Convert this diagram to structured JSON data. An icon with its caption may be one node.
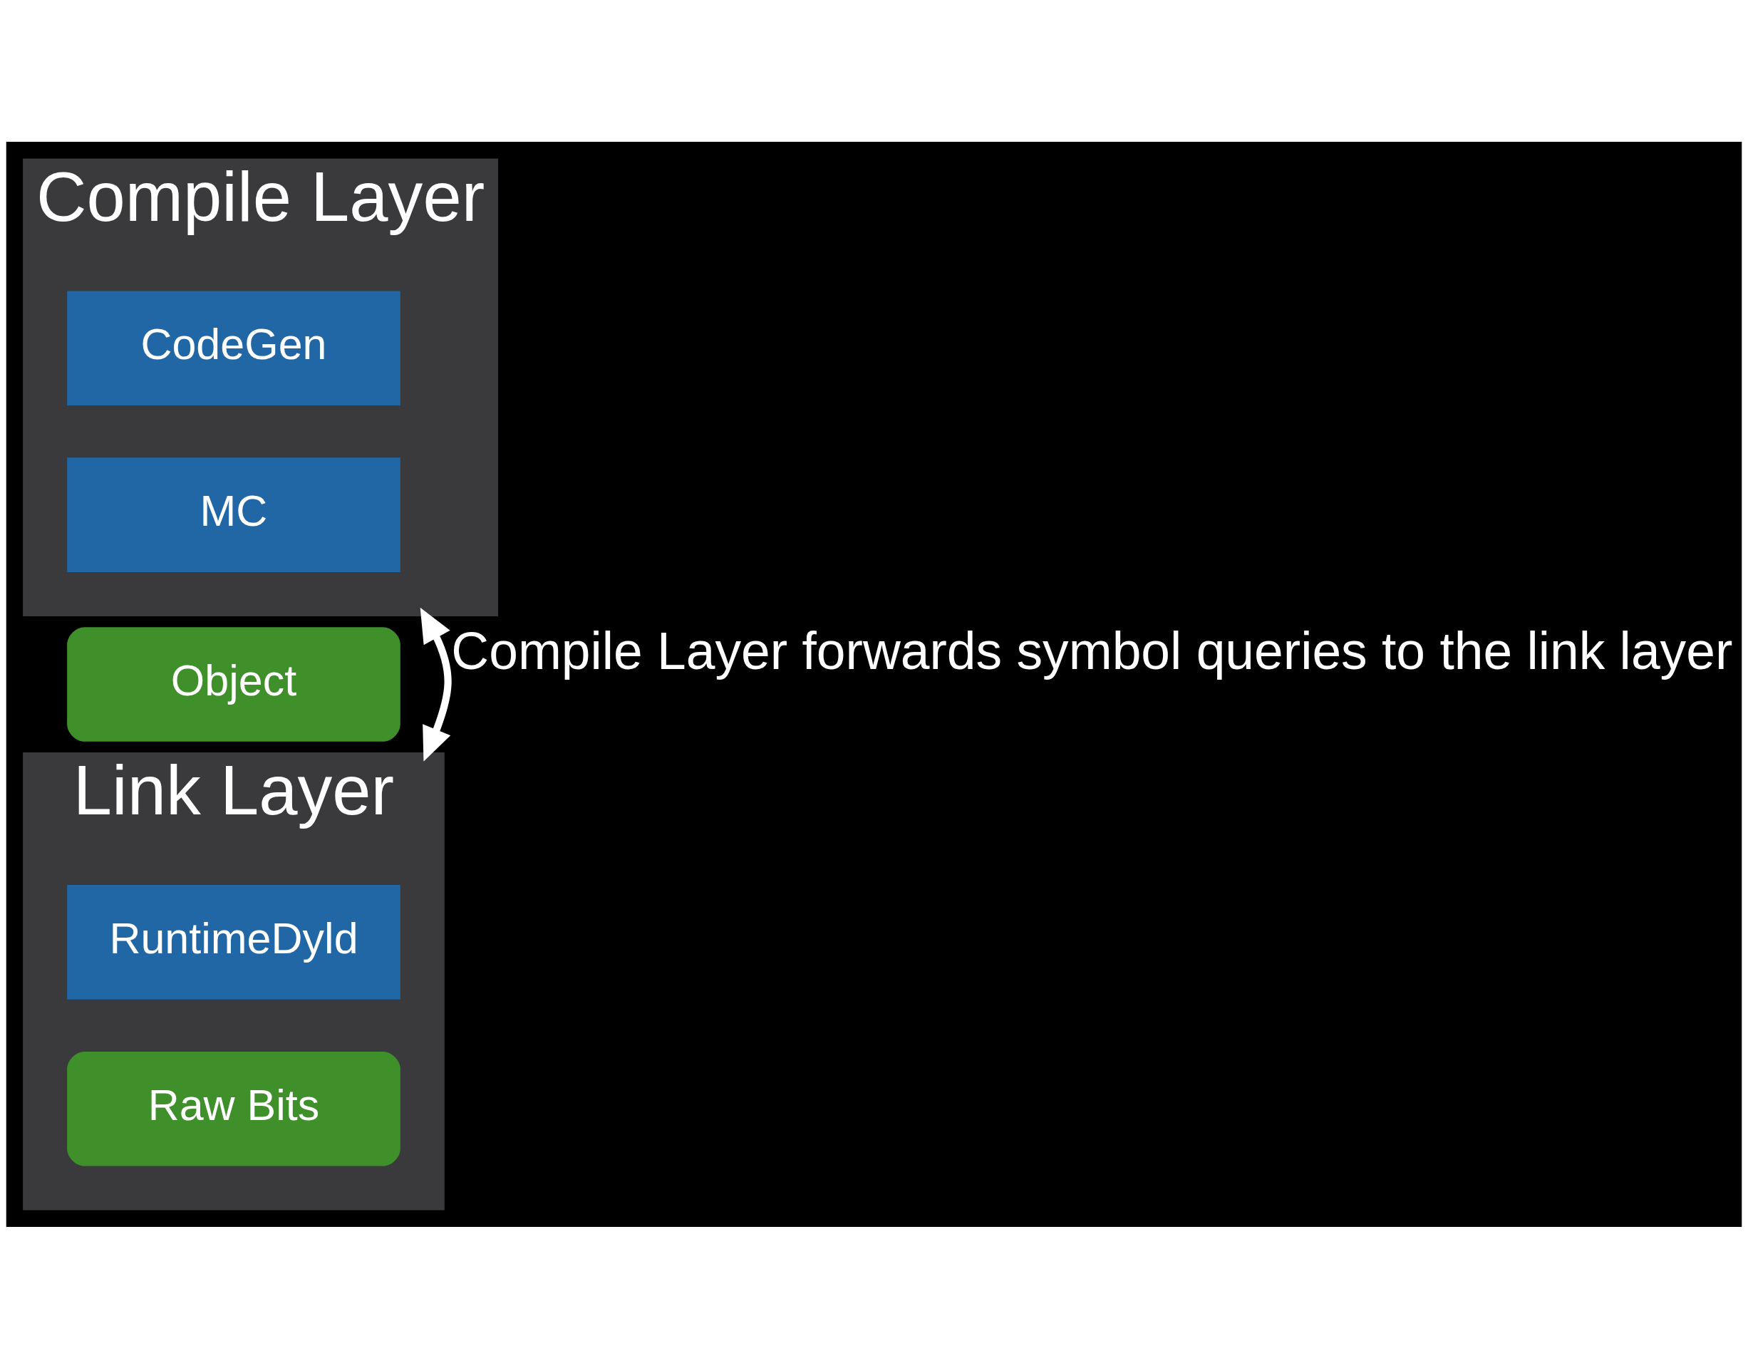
{
  "diagram": {
    "nodes": [
      {
        "text": [
          "Compile Layer"
        ]
      },
      {
        "text": [
          "CodeGen"
        ],
        "in": 0
      },
      {
        "text": [
          "MC"
        ],
        "in": 0
      },
      {
        "text": [
          "Object"
        ]
      },
      {
        "text": [
          "Link Layer"
        ]
      },
      {
        "text": [
          "RuntimeDyld"
        ],
        "in": 4
      },
      {
        "text": [
          "Raw Bits"
        ],
        "in": 4
      }
    ],
    "edges": [
      {
        "from": 0,
        "to": 4,
        "arrow": "both",
        "label": "Compile Layer forwards symbol queries to the link layer"
      }
    ]
  }
}
